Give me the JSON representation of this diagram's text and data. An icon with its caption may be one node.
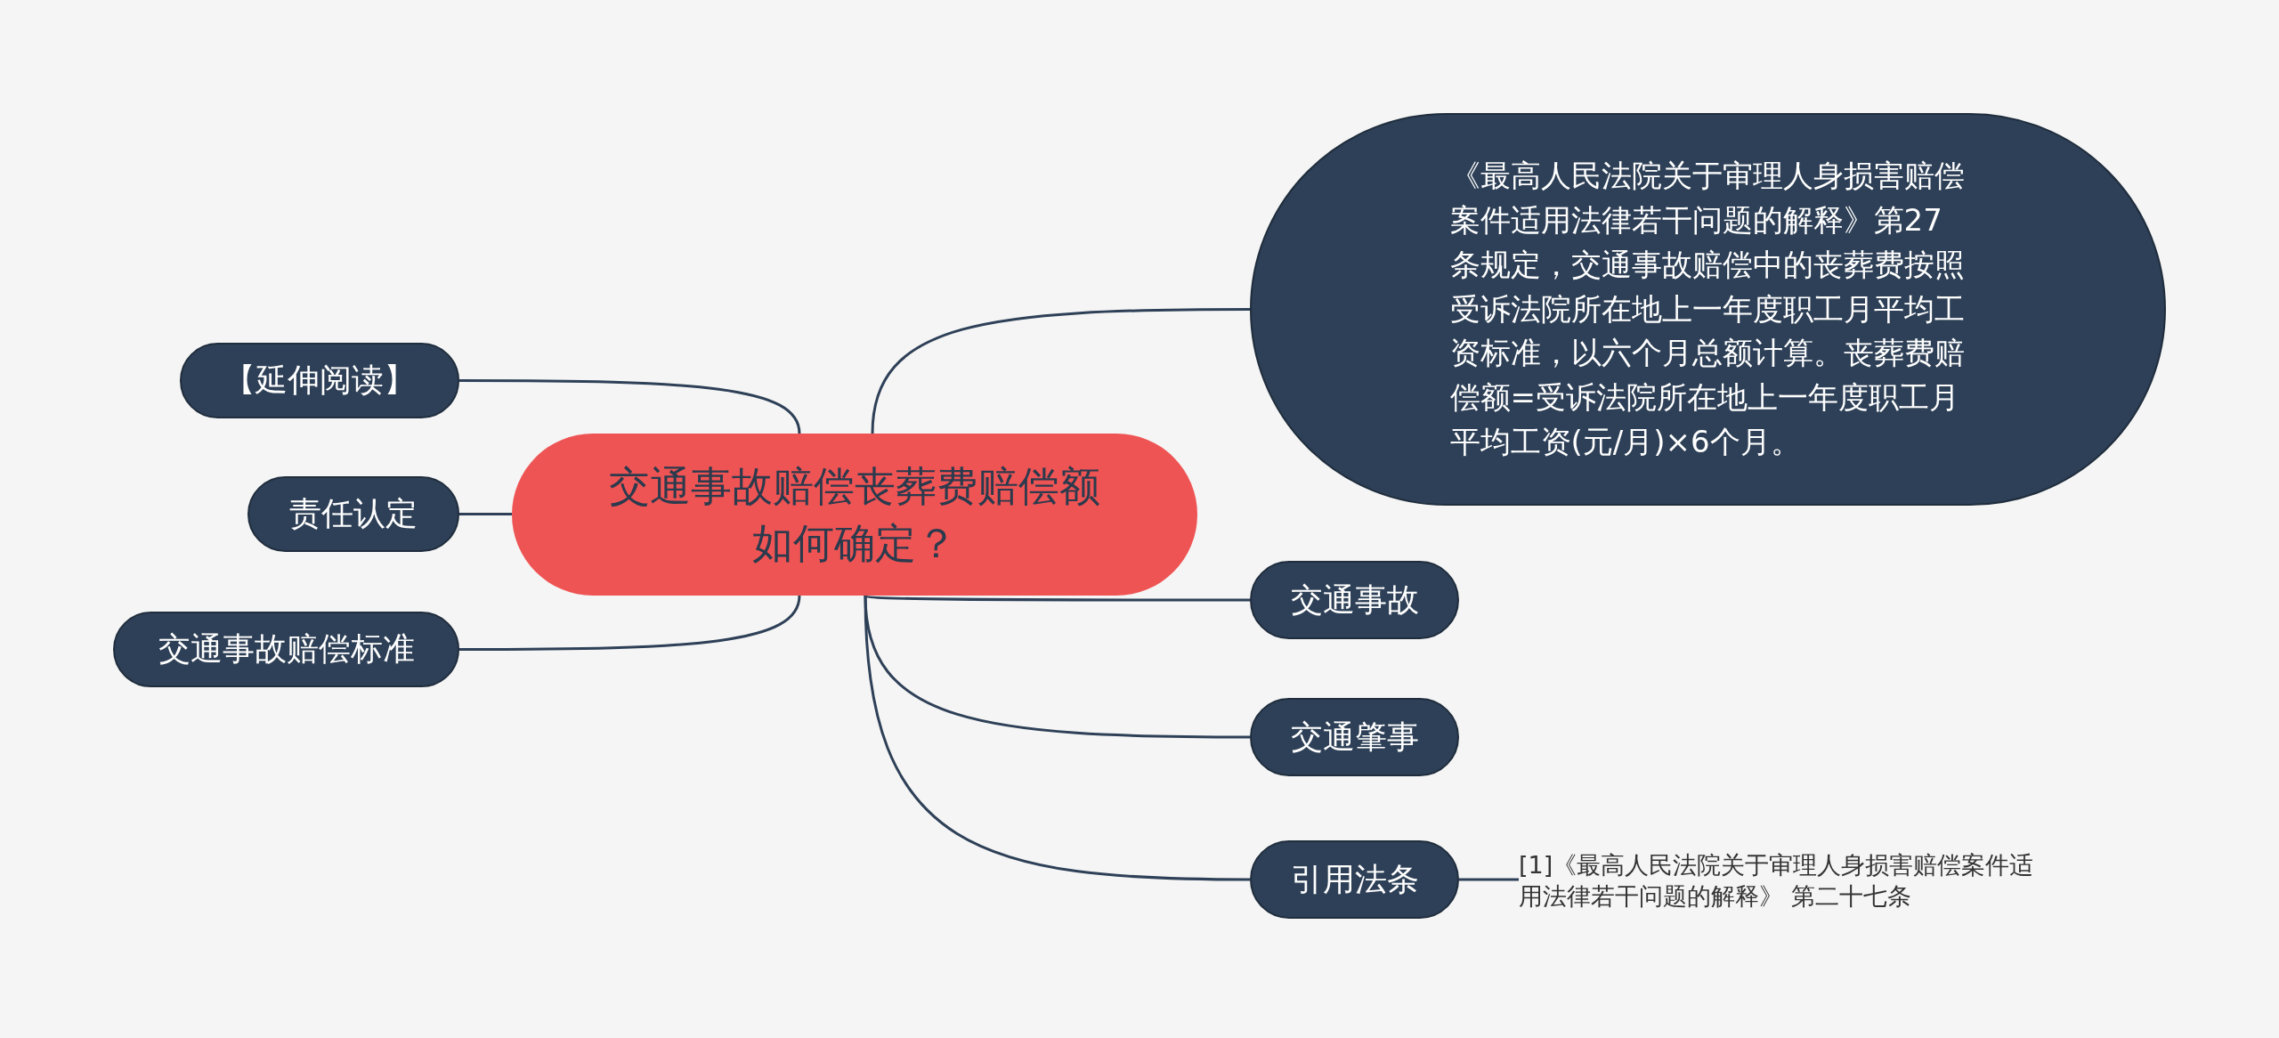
{
  "diagram": {
    "nodes": [
      {
        "text": [
          "交通事故赔偿丧葬费赔偿额如何确定？"
        ]
      },
      {
        "text": [
          "【延伸阅读】"
        ]
      },
      {
        "text": [
          "责任认定"
        ]
      },
      {
        "text": [
          "交通事故赔偿标准"
        ]
      },
      {
        "text": [
          "《最高人民法院关于审理人身损害赔偿案件适用法律若干问题的解释》第27条规定，交通事故赔偿中的丧葬费按照受诉法院所在地上一年度职工月平均工资标准，以六个月总额计算。丧葬费赔偿额=受诉法院所在地上一年度职工月平均工资(元/月)×6个月。"
        ]
      },
      {
        "text": [
          "交通事故"
        ]
      },
      {
        "text": [
          "交通肇事"
        ]
      },
      {
        "text": [
          "引用法条"
        ]
      },
      {
        "text": [
          "[1]《最高人民法院关于审理人身损害赔偿案件适用法律若干问题的解释》 第二十七条"
        ]
      }
    ],
    "edges": [
      {
        "from": 0,
        "to": 1,
        "arrow": "none"
      },
      {
        "from": 0,
        "to": 2,
        "arrow": "none"
      },
      {
        "from": 0,
        "to": 3,
        "arrow": "none"
      },
      {
        "from": 0,
        "to": 4,
        "arrow": "none"
      },
      {
        "from": 0,
        "to": 5,
        "arrow": "none"
      },
      {
        "from": 0,
        "to": 6,
        "arrow": "none"
      },
      {
        "from": 0,
        "to": 7,
        "arrow": "none"
      },
      {
        "from": 7,
        "to": 8,
        "arrow": "none"
      }
    ]
  }
}
